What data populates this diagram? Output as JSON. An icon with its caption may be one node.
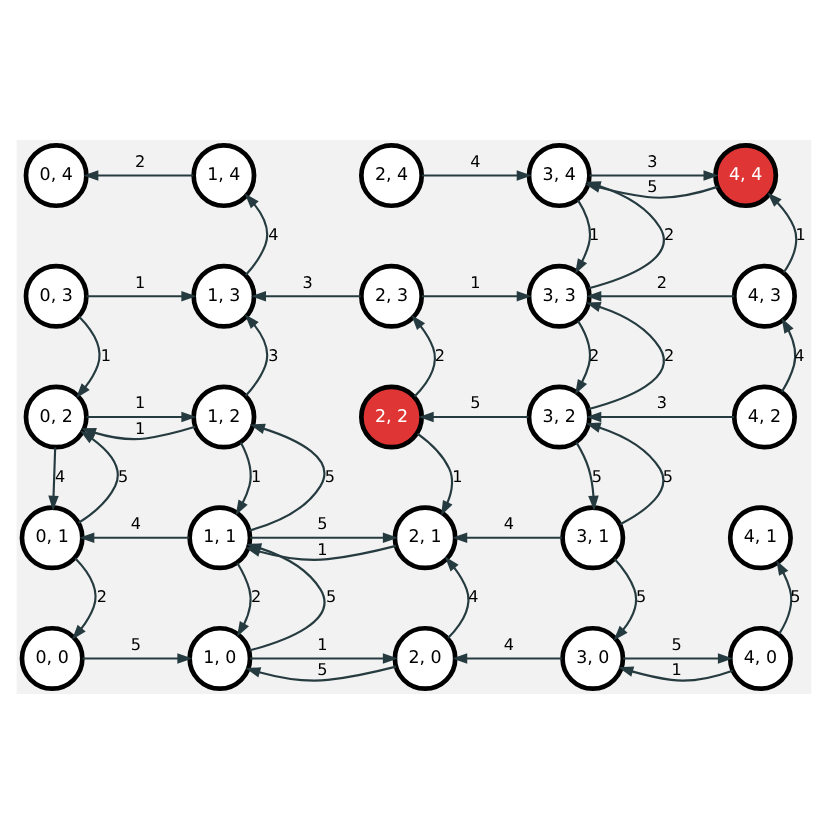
{
  "diagram": {
    "nodes": [
      {
        "text": [
          "0, 4"
        ]
      },
      {
        "text": [
          "1, 4"
        ]
      },
      {
        "text": [
          "2, 4"
        ]
      },
      {
        "text": [
          "3, 4"
        ]
      },
      {
        "text": [
          "4, 4"
        ]
      },
      {
        "text": [
          "0, 3"
        ]
      },
      {
        "text": [
          "1, 3"
        ]
      },
      {
        "text": [
          "2, 3"
        ]
      },
      {
        "text": [
          "3, 3"
        ]
      },
      {
        "text": [
          "4, 3"
        ]
      },
      {
        "text": [
          "0, 2"
        ]
      },
      {
        "text": [
          "1, 2"
        ]
      },
      {
        "text": [
          "2, 2"
        ]
      },
      {
        "text": [
          "3, 2"
        ]
      },
      {
        "text": [
          "4, 2"
        ]
      },
      {
        "text": [
          "0, 1"
        ]
      },
      {
        "text": [
          "1, 1"
        ]
      },
      {
        "text": [
          "2, 1"
        ]
      },
      {
        "text": [
          "3, 1"
        ]
      },
      {
        "text": [
          "4, 1"
        ]
      },
      {
        "text": [
          "0, 0"
        ]
      },
      {
        "text": [
          "1, 0"
        ]
      },
      {
        "text": [
          "2, 0"
        ]
      },
      {
        "text": [
          "3, 0"
        ]
      },
      {
        "text": [
          "4, 0"
        ]
      }
    ],
    "edges": [
      {
        "from": 1,
        "to": 0,
        "arrow": "to",
        "label": "2"
      },
      {
        "from": 2,
        "to": 3,
        "arrow": "to",
        "label": "4"
      },
      {
        "from": 3,
        "to": 4,
        "arrow": "to",
        "label": "3"
      },
      {
        "from": 4,
        "to": 3,
        "arrow": "to",
        "label": "5"
      },
      {
        "from": 5,
        "to": 6,
        "arrow": "to",
        "label": "1"
      },
      {
        "from": 6,
        "to": 1,
        "arrow": "to",
        "label": "4"
      },
      {
        "from": 7,
        "to": 6,
        "arrow": "to",
        "label": "3"
      },
      {
        "from": 7,
        "to": 8,
        "arrow": "to",
        "label": "1"
      },
      {
        "from": 8,
        "to": 3,
        "arrow": "to",
        "label": "2"
      },
      {
        "from": 3,
        "to": 8,
        "arrow": "to",
        "label": "1"
      },
      {
        "from": 9,
        "to": 4,
        "arrow": "to",
        "label": "1"
      },
      {
        "from": 9,
        "to": 8,
        "arrow": "to",
        "label": "2"
      },
      {
        "from": 5,
        "to": 10,
        "arrow": "to",
        "label": "1"
      },
      {
        "from": 11,
        "to": 6,
        "arrow": "to",
        "label": "3"
      },
      {
        "from": 12,
        "to": 7,
        "arrow": "to",
        "label": "2"
      },
      {
        "from": 13,
        "to": 8,
        "arrow": "to",
        "label": "2"
      },
      {
        "from": 8,
        "to": 13,
        "arrow": "to",
        "label": "2"
      },
      {
        "from": 14,
        "to": 9,
        "arrow": "to",
        "label": "4"
      },
      {
        "from": 10,
        "to": 11,
        "arrow": "to",
        "label": "1"
      },
      {
        "from": 11,
        "to": 10,
        "arrow": "to",
        "label": "1"
      },
      {
        "from": 13,
        "to": 12,
        "arrow": "to",
        "label": "5"
      },
      {
        "from": 14,
        "to": 13,
        "arrow": "to",
        "label": "3"
      },
      {
        "from": 15,
        "to": 10,
        "arrow": "to",
        "label": "5"
      },
      {
        "from": 10,
        "to": 15,
        "arrow": "to",
        "label": "4"
      },
      {
        "from": 16,
        "to": 11,
        "arrow": "to",
        "label": "5"
      },
      {
        "from": 11,
        "to": 16,
        "arrow": "to",
        "label": "1"
      },
      {
        "from": 12,
        "to": 17,
        "arrow": "to",
        "label": "1"
      },
      {
        "from": 18,
        "to": 13,
        "arrow": "to",
        "label": "5"
      },
      {
        "from": 13,
        "to": 18,
        "arrow": "to",
        "label": "5"
      },
      {
        "from": 16,
        "to": 17,
        "arrow": "to",
        "label": "5"
      },
      {
        "from": 17,
        "to": 16,
        "arrow": "to",
        "label": "1"
      },
      {
        "from": 16,
        "to": 15,
        "arrow": "to",
        "label": "4"
      },
      {
        "from": 18,
        "to": 17,
        "arrow": "to",
        "label": "4"
      },
      {
        "from": 15,
        "to": 20,
        "arrow": "to",
        "label": "2"
      },
      {
        "from": 21,
        "to": 16,
        "arrow": "to",
        "label": "5"
      },
      {
        "from": 16,
        "to": 21,
        "arrow": "to",
        "label": "2"
      },
      {
        "from": 22,
        "to": 17,
        "arrow": "to",
        "label": "4"
      },
      {
        "from": 18,
        "to": 23,
        "arrow": "to",
        "label": "5"
      },
      {
        "from": 24,
        "to": 19,
        "arrow": "to",
        "label": "5"
      },
      {
        "from": 20,
        "to": 21,
        "arrow": "to",
        "label": "5"
      },
      {
        "from": 21,
        "to": 22,
        "arrow": "to",
        "label": "1"
      },
      {
        "from": 22,
        "to": 21,
        "arrow": "to",
        "label": "5"
      },
      {
        "from": 23,
        "to": 22,
        "arrow": "to",
        "label": "4"
      },
      {
        "from": 23,
        "to": 24,
        "arrow": "to",
        "label": "5"
      },
      {
        "from": 24,
        "to": 23,
        "arrow": "to",
        "label": "1"
      }
    ]
  }
}
